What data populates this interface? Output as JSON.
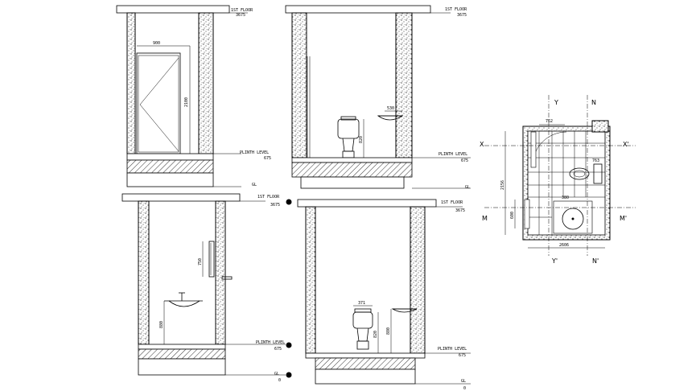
{
  "elevations": {
    "labels": {
      "first_floor": "1ST FLOOR",
      "first_floor_level": "3675",
      "plinth": "PLINTH LEVEL",
      "plinth_level": "675",
      "gl": "GL",
      "gl_level": "0"
    },
    "dims": {
      "door_width": "900",
      "door_height": "2100",
      "basin_width": "530",
      "wc_height": "820",
      "mirror_height": "750",
      "basin_height": "880",
      "wc_width": "371",
      "wc_height_b": "820",
      "basin_height_b": "880"
    }
  },
  "plan": {
    "section_marks": [
      "X",
      "X'",
      "Y",
      "Y'",
      "N",
      "N'",
      "M",
      "M'"
    ],
    "dims": {
      "top": "762",
      "left_total": "2156",
      "left_part": "600",
      "right_small": "763",
      "wc": "380",
      "bottom": "2606"
    }
  }
}
